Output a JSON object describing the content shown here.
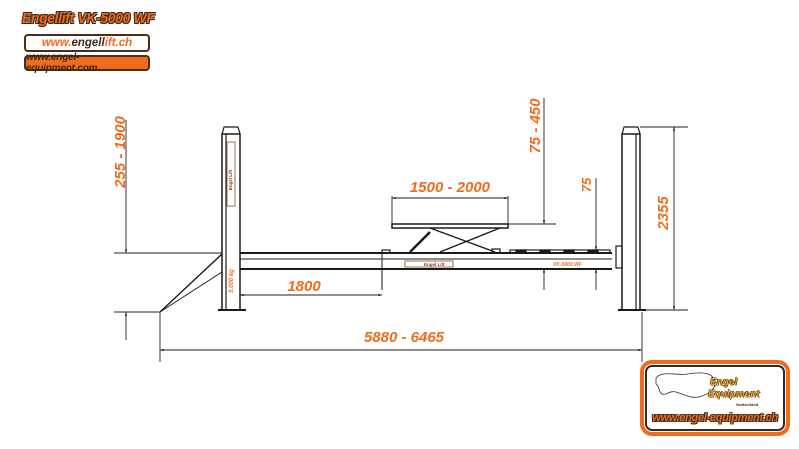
{
  "header": {
    "title": "Engellift VK-5000 WF",
    "url_primary_prefix": "www.",
    "url_primary_dark": "engel",
    "url_primary_mid": "l",
    "url_primary_suffix": "ift.ch",
    "url_secondary": "www.engel-equipment.com"
  },
  "dimensions": {
    "lift_height_range": "255 - 1900",
    "jack_table_length": "1500 - 2000",
    "jack_lift_range": "75 - 450",
    "jack_min_height": "75",
    "post_height": "2355",
    "runway_ramp_length": "1800",
    "overall_length": "5880 - 6465"
  },
  "labels": {
    "post_capacity": "5.000 kg",
    "post_brand": "Engel Lift",
    "runway_brand": "Engel Lift",
    "runway_model": "VK-5000 WF"
  },
  "badge": {
    "line1": "Engel",
    "line2": "Equipment",
    "line3": "Switzerland",
    "url": "www.engel-equipment.ch"
  },
  "colors": {
    "accent_orange": "#f26a1b",
    "dark_brown": "#3a2a1a",
    "line": "#1a1a1a"
  }
}
